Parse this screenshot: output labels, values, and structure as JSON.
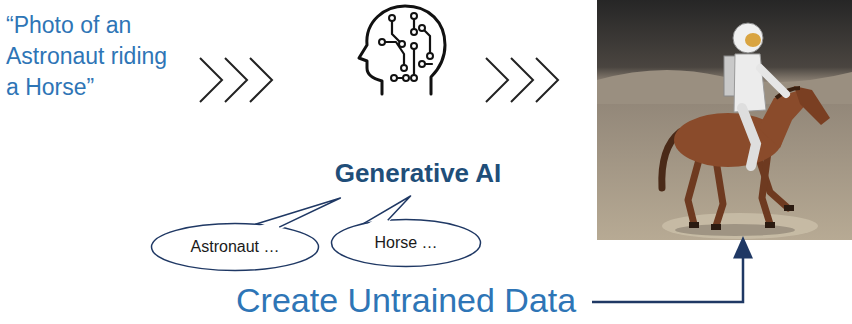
{
  "diagram": {
    "nodes": [
      {
        "text": [
          "Astronaut …"
        ]
      },
      {
        "text": [
          "Horse …"
        ]
      }
    ],
    "labels": [
      "“Photo of an Astronaut riding a Horse”",
      "Generative AI",
      "Create Untrained Data"
    ]
  }
}
